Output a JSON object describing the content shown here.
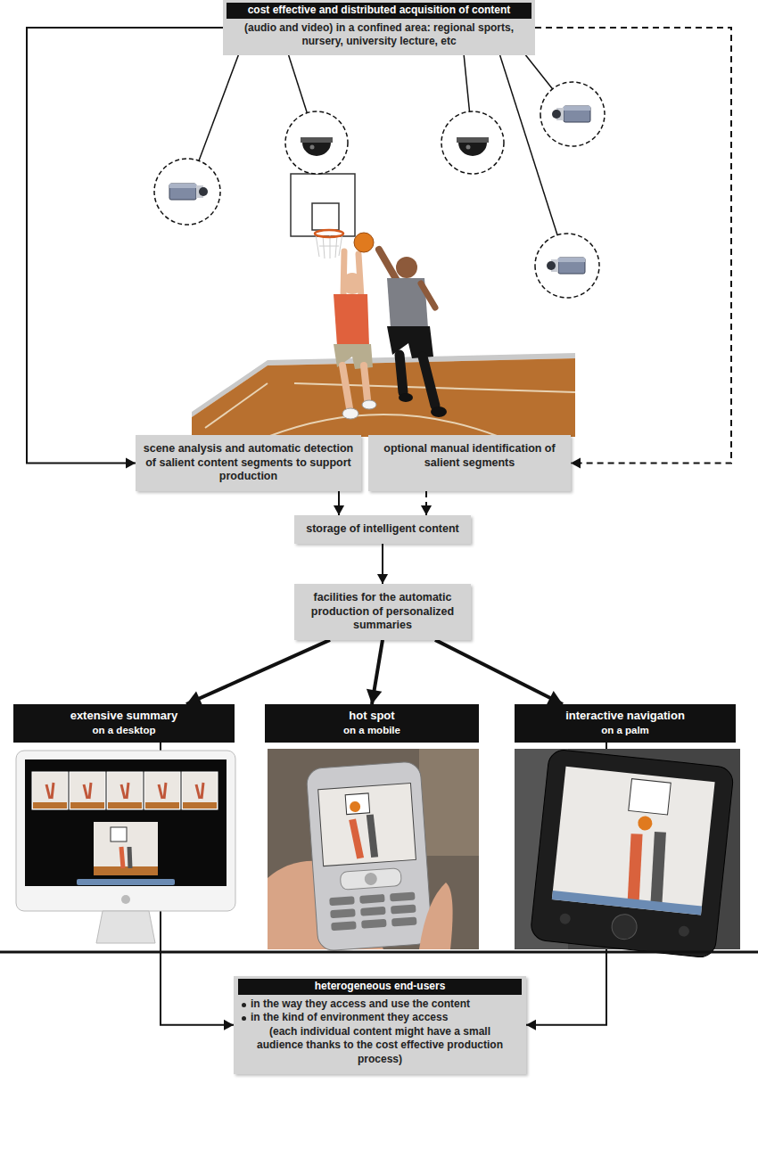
{
  "diagram": {
    "nodes": [
      {
        "text": [
          "cost effective and distributed acquisition of content",
          "(audio and video) in a confined area: regional sports, nursery, university lecture, etc"
        ]
      },
      {
        "text": [
          "scene analysis and automatic detection of salient content segments to support production"
        ]
      },
      {
        "text": [
          "optional manual identification of salient segments"
        ]
      },
      {
        "text": [
          "storage of intelligent content"
        ]
      },
      {
        "text": [
          "facilities for the automatic production of personalized summaries"
        ]
      },
      {
        "text": [
          "extensive summary",
          "on a desktop"
        ]
      },
      {
        "text": [
          "hot spot",
          "on a mobile"
        ]
      },
      {
        "text": [
          "interactive navigation",
          "on a palm"
        ]
      },
      {
        "text": [
          "heterogeneous end-users",
          "in the way they access and use the content",
          "in the kind of environment they access",
          "(each individual content might have a small audience thanks to the cost effective production process)"
        ]
      }
    ],
    "edges": [
      {
        "from": 0,
        "to": 1,
        "arrow": "to"
      },
      {
        "from": 0,
        "to": 2,
        "arrow": "to"
      },
      {
        "from": 1,
        "to": 3,
        "arrow": "to"
      },
      {
        "from": 2,
        "to": 3,
        "arrow": "to"
      },
      {
        "from": 3,
        "to": 4,
        "arrow": "to"
      },
      {
        "from": 4,
        "to": 5,
        "arrow": "to"
      },
      {
        "from": 4,
        "to": 6,
        "arrow": "to"
      },
      {
        "from": 4,
        "to": 7,
        "arrow": "to"
      },
      {
        "from": 5,
        "to": 8,
        "arrow": "to"
      },
      {
        "from": 7,
        "to": 8,
        "arrow": "to"
      }
    ]
  }
}
